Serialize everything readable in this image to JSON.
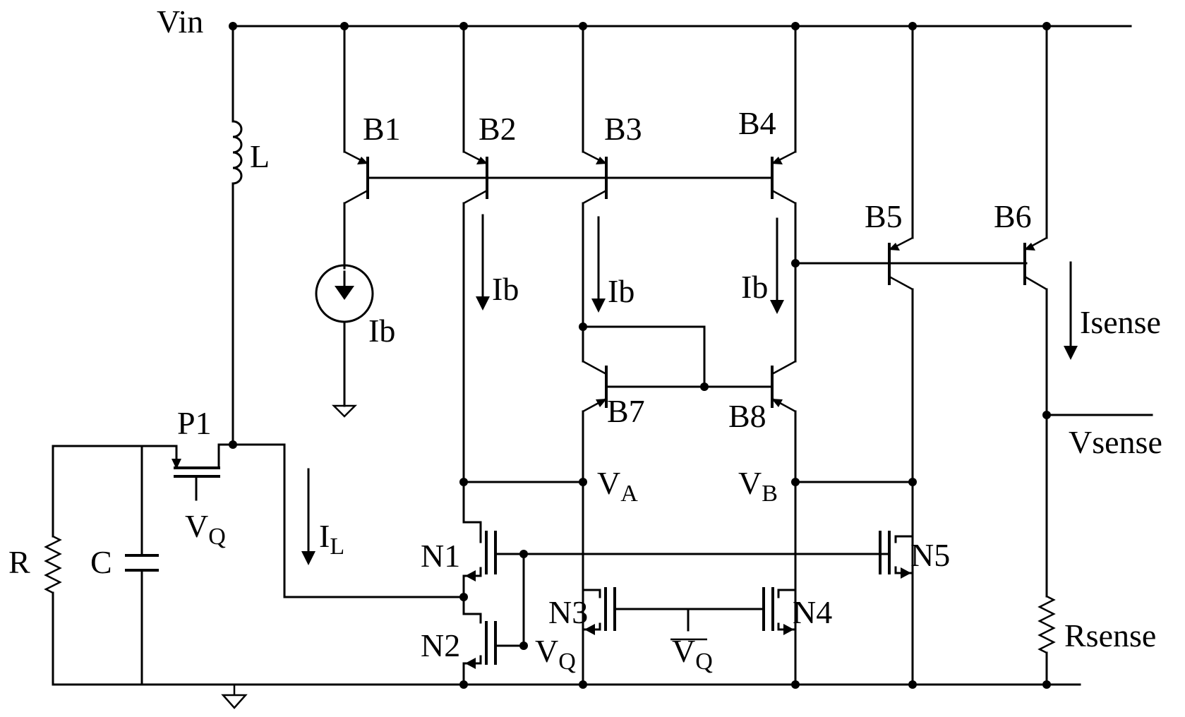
{
  "nodes": {
    "vin": "Vin",
    "va_main": "V",
    "va_sub": "A",
    "vb_main": "V",
    "vb_sub": "B",
    "vsense": "Vsense"
  },
  "components": {
    "inductor": "L",
    "resistor": "R",
    "capacitor": "C",
    "rsense": "Rsense",
    "p1": "P1",
    "b1": "B1",
    "b2": "B2",
    "b3": "B3",
    "b4": "B4",
    "b5": "B5",
    "b6": "B6",
    "b7": "B7",
    "b8": "B8",
    "n1": "N1",
    "n2": "N2",
    "n3": "N3",
    "n4": "N4",
    "n5": "N5"
  },
  "currents": {
    "ib_source": "Ib",
    "ib_b2": "Ib",
    "ib_b3": "Ib",
    "ib_b4": "Ib",
    "isense": "Isense",
    "il_main": "I",
    "il_sub": "L"
  },
  "gate_signals": {
    "vq_p1_main": "V",
    "vq_p1_sub": "Q",
    "vq_n2_main": "V",
    "vq_n2_sub": "Q",
    "vq_bar_main": "V",
    "vq_bar_sub": "Q"
  }
}
